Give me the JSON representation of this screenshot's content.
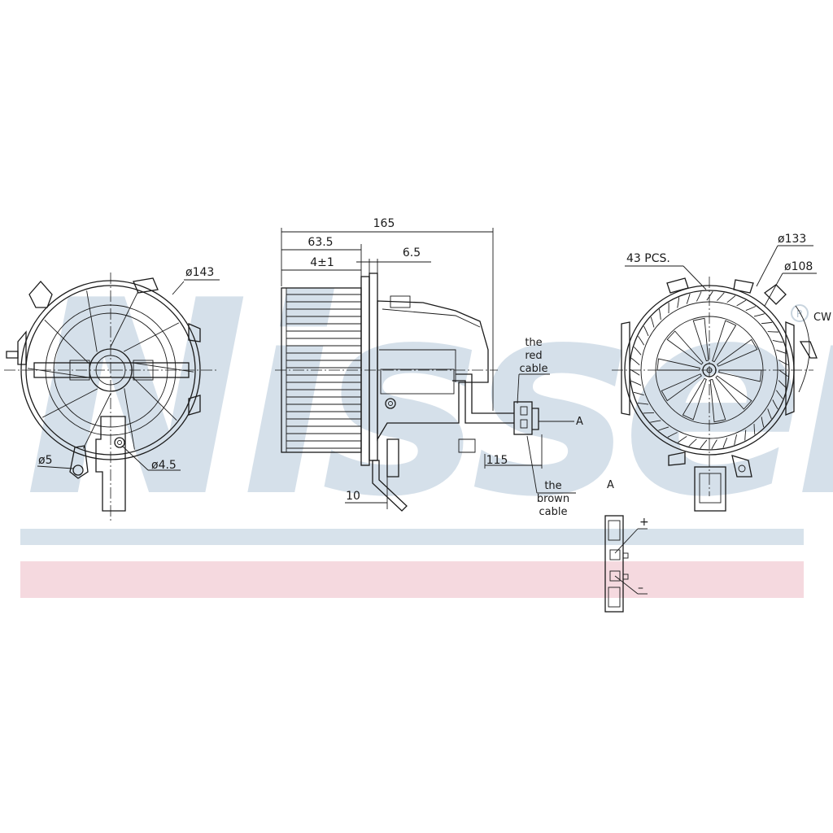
{
  "brand": {
    "watermark": "Nissens",
    "registered_mark": "R",
    "colors": {
      "band_blue": "#d7e2eb",
      "band_pink": "#f5d9df",
      "line": "#1a1a1a"
    }
  },
  "left_view": {
    "dia_outer": "ø143",
    "dia_hole_large": "ø5",
    "dia_hole_small": "ø4.5"
  },
  "side_view": {
    "overall_length": "165",
    "wheel_length": "63.5",
    "gap": "4±1",
    "flange": "6.5",
    "offset": "10",
    "cable_length": "115",
    "red_cable": [
      "the",
      "red",
      "cable"
    ],
    "brown_cable": [
      "the",
      "brown",
      "cable"
    ],
    "section_marker": "A"
  },
  "right_view": {
    "blade_count": "43 PCS.",
    "dia_wheel": "ø133",
    "dia_inner": "ø108",
    "rotation": "CW"
  },
  "connector_detail": {
    "title": "A",
    "positive": "+",
    "negative": "–"
  }
}
